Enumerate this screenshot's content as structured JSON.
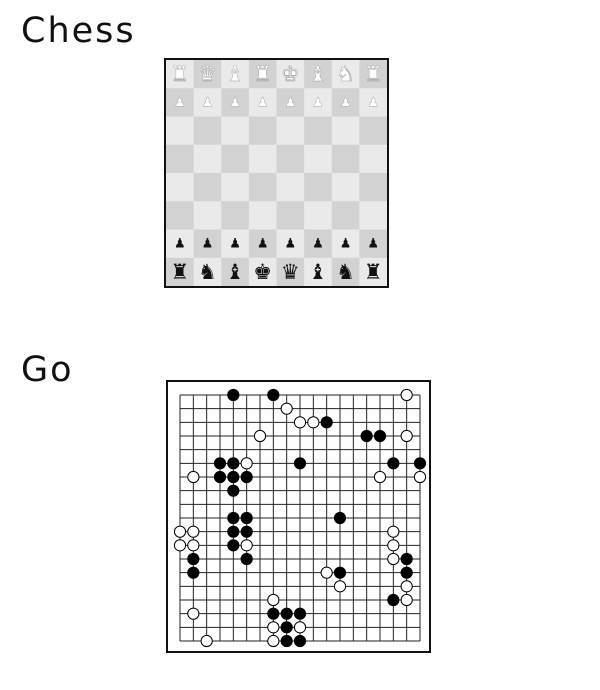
{
  "titles": {
    "chess": "Chess",
    "go": "Go"
  },
  "chess": {
    "colors": {
      "light": "#eaeaea",
      "dark": "#d2d2d2",
      "white_piece": "#ffffff",
      "black_piece": "#111111"
    },
    "pieces": [
      {
        "square": "a8",
        "color": "white",
        "type": "rook"
      },
      {
        "square": "b8",
        "color": "white",
        "type": "queen"
      },
      {
        "square": "c8",
        "color": "white",
        "type": "bishop"
      },
      {
        "square": "d8",
        "color": "white",
        "type": "rook"
      },
      {
        "square": "e8",
        "color": "white",
        "type": "king"
      },
      {
        "square": "f8",
        "color": "white",
        "type": "bishop"
      },
      {
        "square": "g8",
        "color": "white",
        "type": "knight"
      },
      {
        "square": "h8",
        "color": "white",
        "type": "rook"
      },
      {
        "square": "a7",
        "color": "white",
        "type": "pawn"
      },
      {
        "square": "b7",
        "color": "white",
        "type": "pawn"
      },
      {
        "square": "c7",
        "color": "white",
        "type": "pawn"
      },
      {
        "square": "d7",
        "color": "white",
        "type": "pawn"
      },
      {
        "square": "e7",
        "color": "white",
        "type": "pawn"
      },
      {
        "square": "f7",
        "color": "white",
        "type": "pawn"
      },
      {
        "square": "g7",
        "color": "white",
        "type": "pawn"
      },
      {
        "square": "h7",
        "color": "white",
        "type": "pawn"
      },
      {
        "square": "a2",
        "color": "black",
        "type": "pawn"
      },
      {
        "square": "b2",
        "color": "black",
        "type": "pawn"
      },
      {
        "square": "c2",
        "color": "black",
        "type": "pawn"
      },
      {
        "square": "d2",
        "color": "black",
        "type": "pawn"
      },
      {
        "square": "e2",
        "color": "black",
        "type": "pawn"
      },
      {
        "square": "f2",
        "color": "black",
        "type": "pawn"
      },
      {
        "square": "g2",
        "color": "black",
        "type": "pawn"
      },
      {
        "square": "h2",
        "color": "black",
        "type": "pawn"
      },
      {
        "square": "a1",
        "color": "black",
        "type": "rook"
      },
      {
        "square": "b1",
        "color": "black",
        "type": "knight"
      },
      {
        "square": "c1",
        "color": "black",
        "type": "bishop"
      },
      {
        "square": "d1",
        "color": "black",
        "type": "king"
      },
      {
        "square": "e1",
        "color": "black",
        "type": "queen"
      },
      {
        "square": "f1",
        "color": "black",
        "type": "bishop"
      },
      {
        "square": "g1",
        "color": "black",
        "type": "knight"
      },
      {
        "square": "h1",
        "color": "black",
        "type": "rook"
      }
    ]
  },
  "go": {
    "size": 19,
    "stones": [
      {
        "col": 4,
        "row": 0,
        "color": "black"
      },
      {
        "col": 7,
        "row": 0,
        "color": "black"
      },
      {
        "col": 17,
        "row": 0,
        "color": "white"
      },
      {
        "col": 8,
        "row": 1,
        "color": "white"
      },
      {
        "col": 9,
        "row": 2,
        "color": "white"
      },
      {
        "col": 10,
        "row": 2,
        "color": "white"
      },
      {
        "col": 11,
        "row": 2,
        "color": "black"
      },
      {
        "col": 6,
        "row": 3,
        "color": "white"
      },
      {
        "col": 14,
        "row": 3,
        "color": "black"
      },
      {
        "col": 15,
        "row": 3,
        "color": "black"
      },
      {
        "col": 17,
        "row": 3,
        "color": "white"
      },
      {
        "col": 3,
        "row": 5,
        "color": "black"
      },
      {
        "col": 4,
        "row": 5,
        "color": "black"
      },
      {
        "col": 5,
        "row": 5,
        "color": "white"
      },
      {
        "col": 9,
        "row": 5,
        "color": "black"
      },
      {
        "col": 16,
        "row": 5,
        "color": "black"
      },
      {
        "col": 18,
        "row": 5,
        "color": "black"
      },
      {
        "col": 1,
        "row": 6,
        "color": "white"
      },
      {
        "col": 3,
        "row": 6,
        "color": "black"
      },
      {
        "col": 4,
        "row": 6,
        "color": "black"
      },
      {
        "col": 5,
        "row": 6,
        "color": "black"
      },
      {
        "col": 15,
        "row": 6,
        "color": "white"
      },
      {
        "col": 18,
        "row": 6,
        "color": "white"
      },
      {
        "col": 4,
        "row": 7,
        "color": "black"
      },
      {
        "col": 4,
        "row": 9,
        "color": "black"
      },
      {
        "col": 5,
        "row": 9,
        "color": "black"
      },
      {
        "col": 12,
        "row": 9,
        "color": "black"
      },
      {
        "col": 0,
        "row": 10,
        "color": "white"
      },
      {
        "col": 1,
        "row": 10,
        "color": "white"
      },
      {
        "col": 4,
        "row": 10,
        "color": "black"
      },
      {
        "col": 5,
        "row": 10,
        "color": "black"
      },
      {
        "col": 16,
        "row": 10,
        "color": "white"
      },
      {
        "col": 0,
        "row": 11,
        "color": "white"
      },
      {
        "col": 1,
        "row": 11,
        "color": "white"
      },
      {
        "col": 4,
        "row": 11,
        "color": "black"
      },
      {
        "col": 5,
        "row": 11,
        "color": "white"
      },
      {
        "col": 16,
        "row": 11,
        "color": "white"
      },
      {
        "col": 1,
        "row": 12,
        "color": "black"
      },
      {
        "col": 5,
        "row": 12,
        "color": "black"
      },
      {
        "col": 16,
        "row": 12,
        "color": "white"
      },
      {
        "col": 17,
        "row": 12,
        "color": "black"
      },
      {
        "col": 1,
        "row": 13,
        "color": "black"
      },
      {
        "col": 11,
        "row": 13,
        "color": "white"
      },
      {
        "col": 12,
        "row": 13,
        "color": "black"
      },
      {
        "col": 17,
        "row": 13,
        "color": "black"
      },
      {
        "col": 12,
        "row": 14,
        "color": "white"
      },
      {
        "col": 17,
        "row": 14,
        "color": "white"
      },
      {
        "col": 7,
        "row": 15,
        "color": "white"
      },
      {
        "col": 16,
        "row": 15,
        "color": "black"
      },
      {
        "col": 17,
        "row": 15,
        "color": "white"
      },
      {
        "col": 1,
        "row": 16,
        "color": "white"
      },
      {
        "col": 7,
        "row": 16,
        "color": "black"
      },
      {
        "col": 8,
        "row": 16,
        "color": "black"
      },
      {
        "col": 9,
        "row": 16,
        "color": "black"
      },
      {
        "col": 7,
        "row": 17,
        "color": "white"
      },
      {
        "col": 8,
        "row": 17,
        "color": "black"
      },
      {
        "col": 9,
        "row": 17,
        "color": "white"
      },
      {
        "col": 2,
        "row": 18,
        "color": "white"
      },
      {
        "col": 7,
        "row": 18,
        "color": "white"
      },
      {
        "col": 8,
        "row": 18,
        "color": "black"
      },
      {
        "col": 9,
        "row": 18,
        "color": "black"
      }
    ]
  }
}
